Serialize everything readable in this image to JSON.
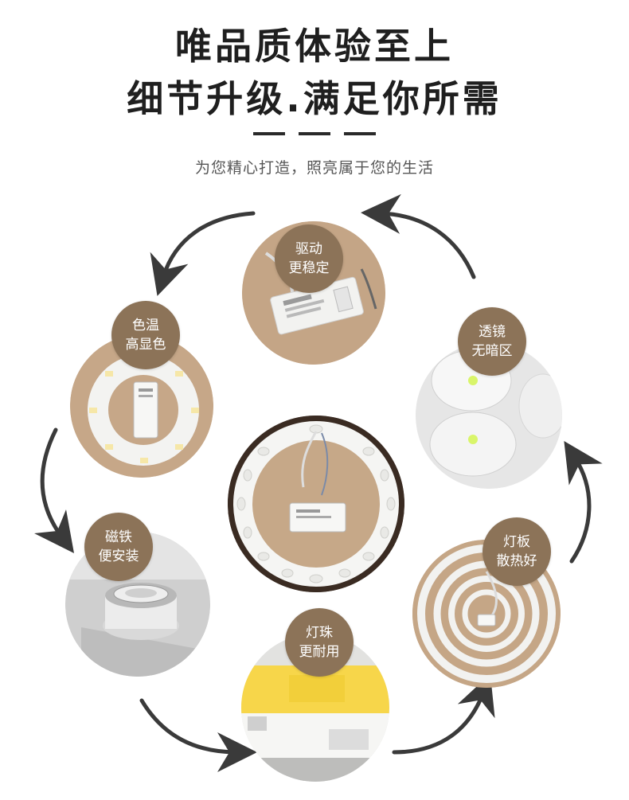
{
  "header": {
    "title_line1": "唯品质体验至上",
    "title_line2": "细节升级.满足你所需",
    "subtitle": "为您精心打造，照亮属于您的生活"
  },
  "features": [
    {
      "id": "driver",
      "line1": "驱动",
      "line2": "更稳定"
    },
    {
      "id": "color",
      "line1": "色温",
      "line2": "高显色"
    },
    {
      "id": "lens",
      "line1": "透镜",
      "line2": "无暗区"
    },
    {
      "id": "magnet",
      "line1": "磁铁",
      "line2": "便安装"
    },
    {
      "id": "board",
      "line1": "灯板",
      "line2": "散热好"
    },
    {
      "id": "bead",
      "line1": "灯珠",
      "line2": "更耐用"
    }
  ],
  "colors": {
    "badge": "#8c7358",
    "background_tan": "#c7a98a",
    "arrow": "#3a3a3a"
  }
}
